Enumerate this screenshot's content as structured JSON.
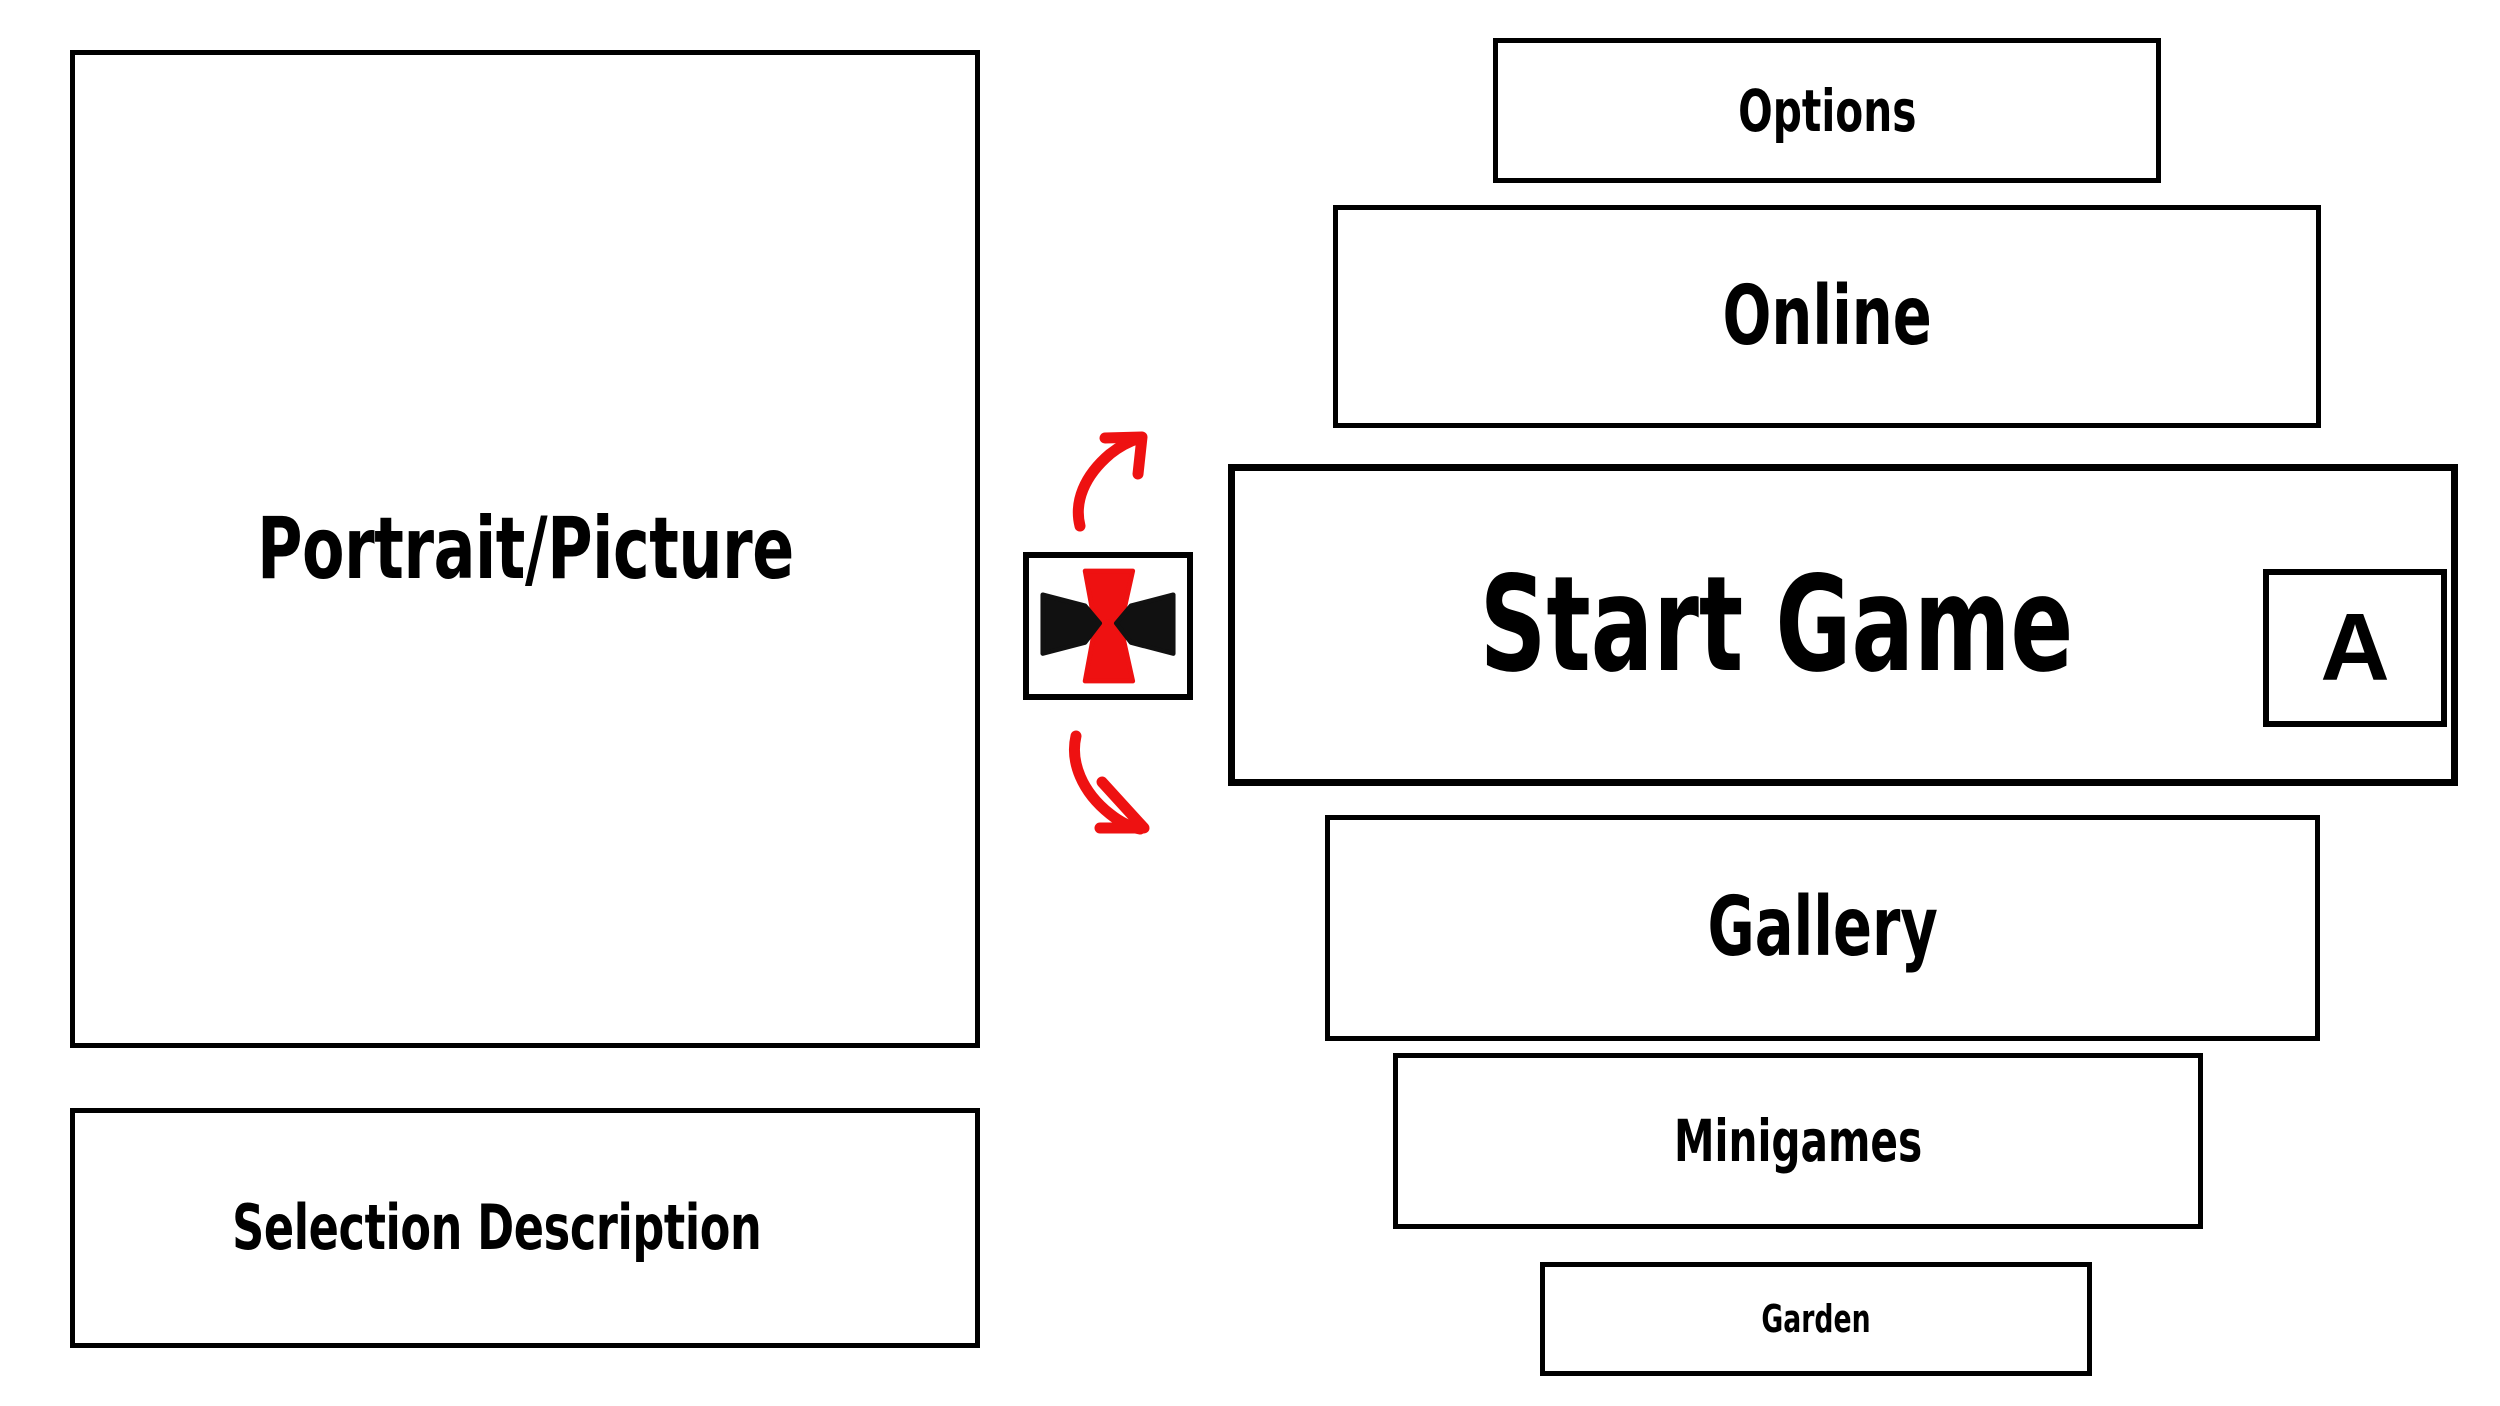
{
  "screen": {
    "title": "Game Main Menu Mockup",
    "background_color": "#ffffff",
    "outline_color": "#000000",
    "accent_color": "#ee1111"
  },
  "preview": {
    "portrait_label": "Portrait/Picture",
    "description_label": "Selection Description"
  },
  "navigation": {
    "dpad_icon_name": "dpad-icon",
    "dpad_vertical_color": "#ee1111",
    "dpad_horizontal_color": "#111111",
    "arrow_up_name": "curved-arrow-up-icon",
    "arrow_down_name": "curved-arrow-down-icon",
    "arrow_color": "#ee1111"
  },
  "menu": {
    "selected_index": 2,
    "items": [
      {
        "label": "Options",
        "name": "menu-item-options",
        "size": "small"
      },
      {
        "label": "Online",
        "name": "menu-item-online",
        "size": "medium"
      },
      {
        "label": "Start Game",
        "name": "menu-item-start-game",
        "size": "large"
      },
      {
        "label": "Gallery",
        "name": "menu-item-gallery",
        "size": "medium"
      },
      {
        "label": "Minigames",
        "name": "menu-item-minigames",
        "size": "small"
      },
      {
        "label": "Garden",
        "name": "menu-item-garden",
        "size": "tiny"
      }
    ]
  },
  "button_prompt": {
    "glyph": "A",
    "name": "button-prompt-a"
  }
}
